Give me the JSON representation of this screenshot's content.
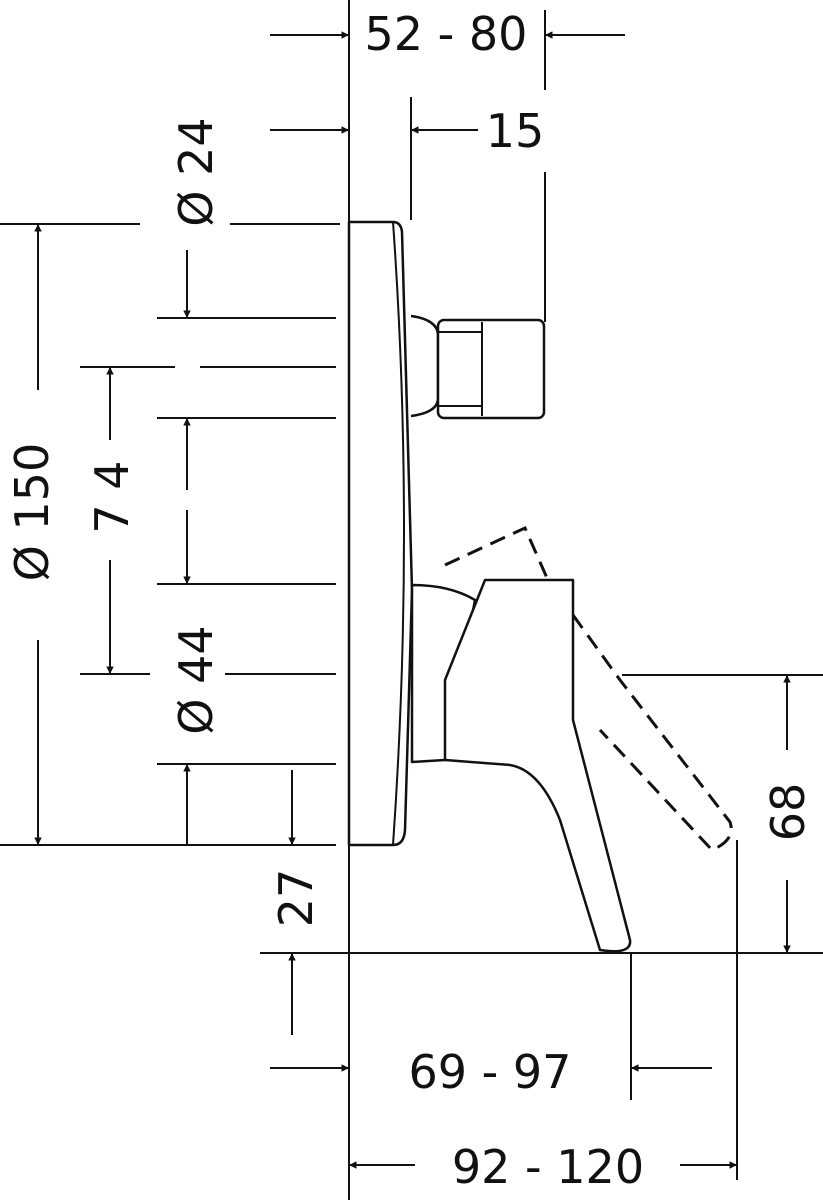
{
  "dimensions": {
    "top_width": "52 - 80",
    "knob_depth": "15",
    "knob_diameter": "Ø 24",
    "plate_diameter": "Ø 150",
    "center_distance": "7 4",
    "lever_hub_diameter": "Ø 44",
    "lever_height": "68",
    "lever_offset": "27",
    "projection_short": "69 - 97",
    "projection_long": "92 - 120"
  },
  "colors": {
    "line": "#111111",
    "background": "#ffffff"
  }
}
